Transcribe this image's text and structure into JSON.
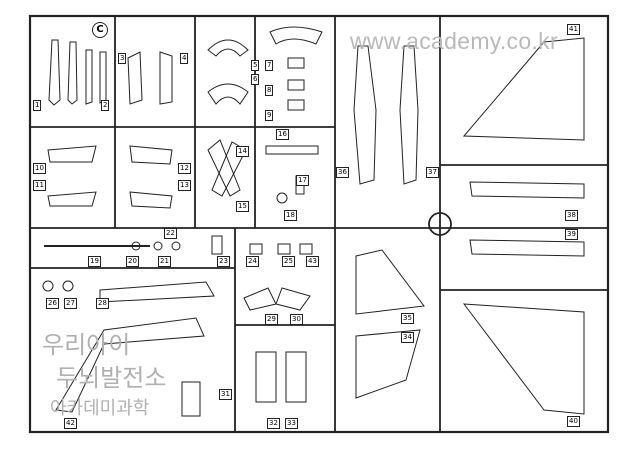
{
  "sheet": {
    "letter": "C"
  },
  "watermark": {
    "url": "www.academy.co.kr",
    "korean_line1": "우리아이",
    "korean_line2": "두뇌발전소",
    "korean_line3": "아카데미과학"
  },
  "part_numbers": [
    "1",
    "2",
    "3",
    "4",
    "5",
    "6",
    "7",
    "8",
    "9",
    "10",
    "11",
    "12",
    "13",
    "14",
    "15",
    "16",
    "17",
    "18",
    "19",
    "20",
    "21",
    "22",
    "23",
    "24",
    "25",
    "26",
    "27",
    "28",
    "29",
    "30",
    "31",
    "32",
    "33",
    "34",
    "35",
    "36",
    "37",
    "38",
    "39",
    "40",
    "41",
    "42",
    "43"
  ]
}
